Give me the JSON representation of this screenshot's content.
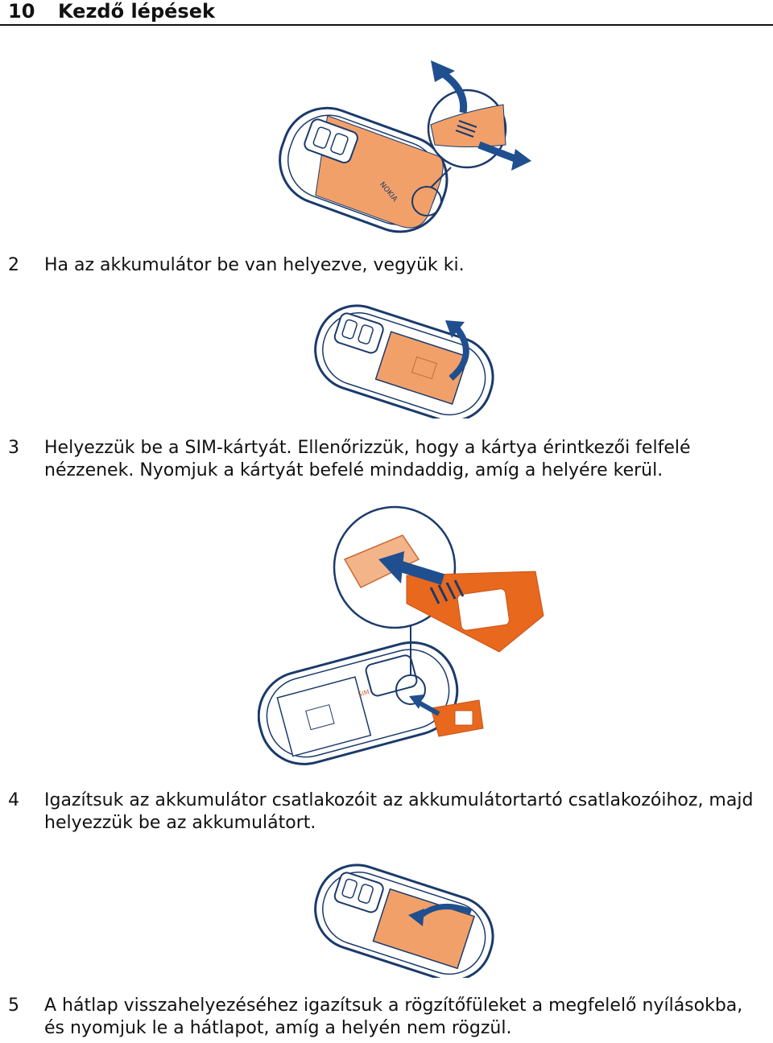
{
  "header": {
    "page_number": "10",
    "section_title": "Kezdő lépések"
  },
  "steps": [
    {
      "number": "2",
      "text": "Ha az akkumulátor be van helyezve, vegyük ki."
    },
    {
      "number": "3",
      "text": "Helyezzük be a SIM-kártyát. Ellenőrizzük, hogy a kártya érintkezői felfelé nézzenek. Nyomjuk a kártyát befelé mindaddig, amíg a helyére kerül."
    },
    {
      "number": "4",
      "text": "Igazítsuk az akkumulátor csatlakozóit az akkumulátortartó csatlakozóihoz, majd helyezzük be az akkumulátort."
    },
    {
      "number": "5",
      "text": "A hátlap visszahelyezéséhez igazítsuk a rögzítőfüleket a megfelelő nyílásokba, és nyomjuk le a hátlapot, amíg a helyén nem rögzül."
    }
  ],
  "illustrations": {
    "brand": "NOKIA",
    "sim_label": "SIM"
  },
  "colors": {
    "outline": "#1b3a6b",
    "arrow": "#1f4f8f",
    "orange_light": "#f1a06a",
    "orange_dark": "#e8681e"
  }
}
